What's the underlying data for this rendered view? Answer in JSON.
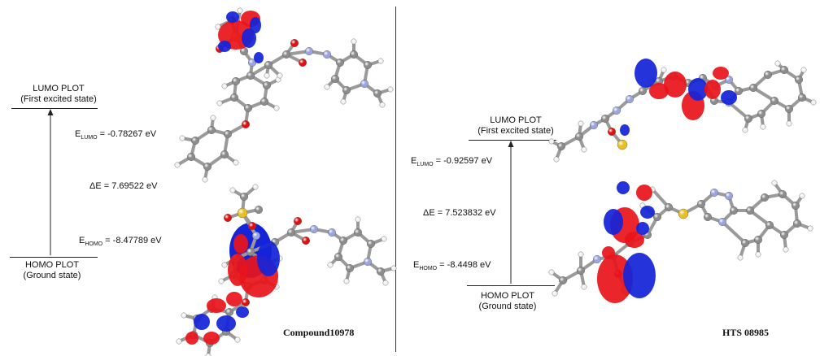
{
  "left": {
    "lumo_label": "LUMO PLOT",
    "lumo_sublabel": "(First excited state)",
    "e_lumo_prefix": "E",
    "e_lumo_sub": "LUMO",
    "e_lumo_value": " = -0.78267 eV",
    "delta_e": "ΔE = 7.69522 eV",
    "e_homo_prefix": "E",
    "e_homo_sub": "HOMO",
    "e_homo_value": " = -8.47789 eV",
    "homo_label": "HOMO PLOT",
    "homo_sublabel": "(Ground state)",
    "compound_name": "Compound10978"
  },
  "right": {
    "lumo_label": "LUMO PLOT",
    "lumo_sublabel": "(First excited state)",
    "e_lumo_prefix": "E",
    "e_lumo_sub": "LUMO",
    "e_lumo_value": " = -0.92597 eV",
    "delta_e": "ΔE = 7.523832 eV",
    "e_homo_prefix": "E",
    "e_homo_sub": "HOMO",
    "e_homo_value": " = -8.4498 eV",
    "homo_label": "HOMO PLOT",
    "homo_sublabel": "(Ground state)",
    "compound_name": "HTS 08985"
  },
  "colors": {
    "lobe_positive": "#e8141c",
    "lobe_negative": "#1424d8",
    "carbon": "#8c8c8c",
    "nitrogen": "#9aa4e0",
    "oxygen": "#e01010",
    "sulfur": "#e8c020",
    "hydrogen": "#f2f2f2"
  }
}
